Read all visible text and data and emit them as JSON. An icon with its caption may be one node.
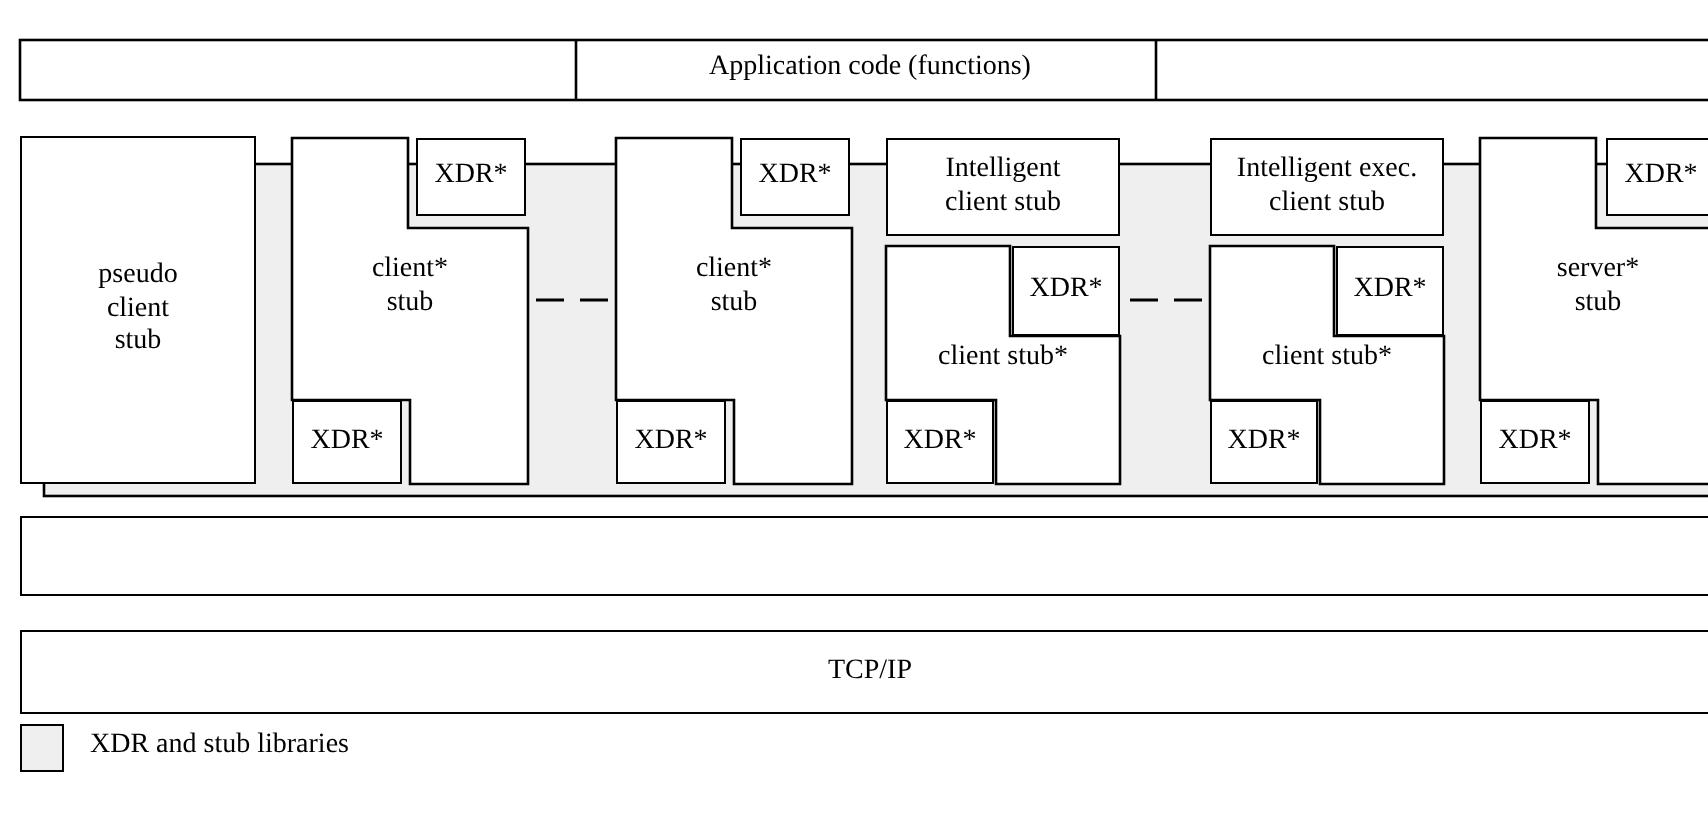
{
  "diagram": {
    "nodes": [
      {
        "text": [
          "Application code (functions)"
        ]
      },
      {
        "text": [
          "pseudo client stub"
        ]
      },
      {
        "text": [
          "XDR*"
        ]
      },
      {
        "text": [
          "client* stub"
        ]
      },
      {
        "text": [
          "XDR*"
        ]
      },
      {
        "text": [
          "XDR*"
        ]
      },
      {
        "text": [
          "client* stub"
        ]
      },
      {
        "text": [
          "XDR*"
        ]
      },
      {
        "text": [
          "Intelligent client stub"
        ]
      },
      {
        "text": [
          "XDR*"
        ]
      },
      {
        "text": [
          "client stub*"
        ]
      },
      {
        "text": [
          "XDR*"
        ]
      },
      {
        "text": [
          "Intelligent exec. client stub"
        ]
      },
      {
        "text": [
          "XDR*"
        ]
      },
      {
        "text": [
          "client stub*"
        ]
      },
      {
        "text": [
          "XDR*"
        ]
      },
      {
        "text": [
          "XDR*"
        ]
      },
      {
        "text": [
          "server* stub"
        ]
      },
      {
        "text": [
          "XDR*"
        ]
      },
      {
        "text": [],
        "shape": "box"
      },
      {
        "text": [
          "TCP/IP"
        ]
      }
    ],
    "legend": [
      {
        "text": "XDR and stub libraries",
        "color": "#efefef"
      }
    ]
  }
}
